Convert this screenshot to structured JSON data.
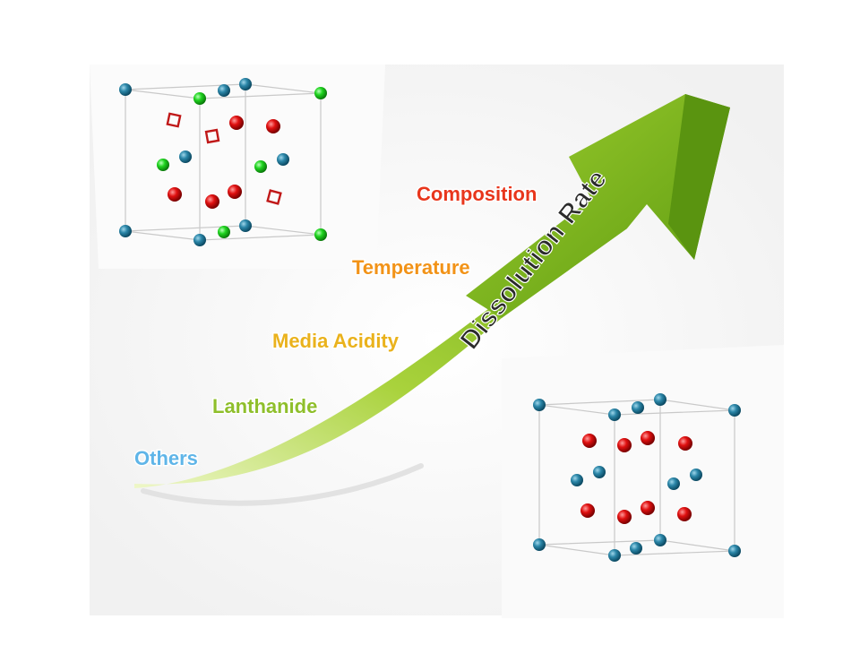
{
  "factors": [
    {
      "label": "Composition",
      "color": "#e8361c"
    },
    {
      "label": "Temperature",
      "color": "#f29318"
    },
    {
      "label": "Media Acidity",
      "color": "#eab21c"
    },
    {
      "label": "Lanthanide",
      "color": "#8fbf2b"
    },
    {
      "label": "Others",
      "color": "#5fb5e8"
    }
  ],
  "arrow": {
    "label": "Dissolution Rate",
    "color": "#7ab51d"
  },
  "atom_colors": {
    "blue": "#2b86a8",
    "red": "#e01010",
    "green": "#1fd41f",
    "vacancy": "#c01818"
  }
}
